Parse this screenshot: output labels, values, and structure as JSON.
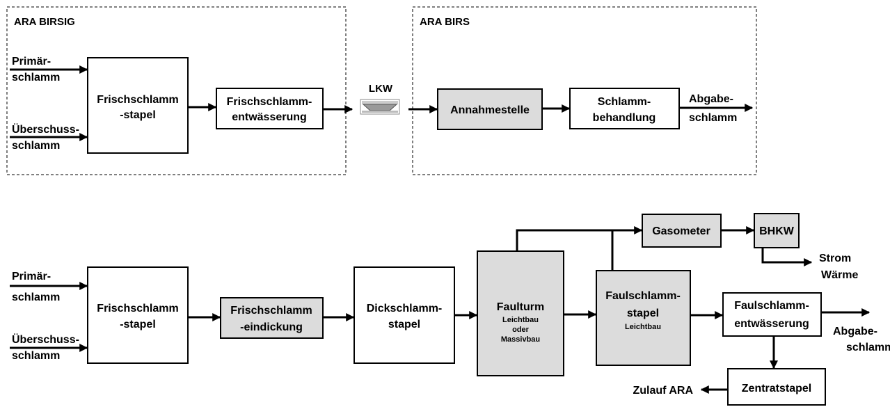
{
  "top": {
    "birsig_title": "ARA BIRSIG",
    "birs_title": "ARA BIRS",
    "in1_line1": "Primär-",
    "in1_line2": "schlamm",
    "in2_line1": "Überschuss-",
    "in2_line2": "schlamm",
    "stapel_line1": "Frischschlamm",
    "stapel_line2": "-stapel",
    "entw_line1": "Frischschlamm-",
    "entw_line2": "entwässerung",
    "lkw": "LKW",
    "annahme": "Annahmestelle",
    "behand_line1": "Schlamm-",
    "behand_line2": "behandlung",
    "out_line1": "Abgabe-",
    "out_line2": "schlamm"
  },
  "bottom": {
    "in1_line1": "Primär-",
    "in1_line2": "schlamm",
    "in2_line1": "Überschuss-",
    "in2_line2": "schlamm",
    "stapel_line1": "Frischschlamm",
    "stapel_line2": "-stapel",
    "eind_line1": "Frischschlamm",
    "eind_line2": "-eindickung",
    "dick_line1": "Dickschlamm-",
    "dick_line2": "stapel",
    "faul_title": "Faulturm",
    "faul_sub1": "Leichtbau",
    "faul_sub2": "oder",
    "faul_sub3": "Massivbau",
    "fstapel_line1": "Faulschlamm-",
    "fstapel_line2": "stapel",
    "fstapel_sub": "Leichtbau",
    "gasometer": "Gasometer",
    "bhkw": "BHKW",
    "strom": "Strom",
    "waerme": "Wärme",
    "fentw_line1": "Faulschlamm-",
    "fentw_line2": "entwässerung",
    "out_line1": "Abgabe-",
    "out_line2": "schlamm",
    "zentrat": "Zentratstapel",
    "zulauf": "Zulauf ARA"
  },
  "colors": {
    "grey_fill": "#dcdcdc",
    "line": "#000000"
  }
}
